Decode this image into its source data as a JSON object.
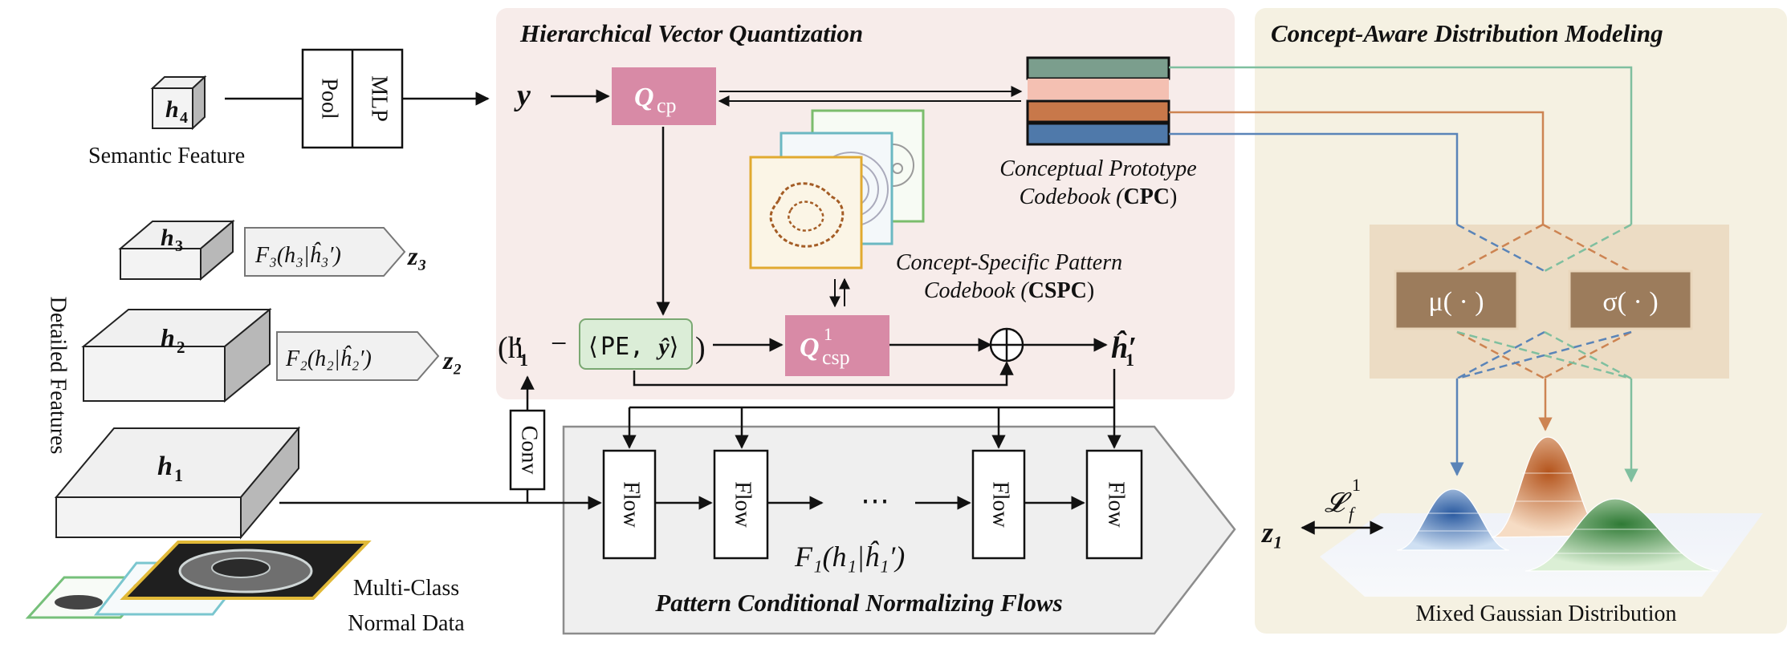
{
  "sections": {
    "hvq_title": "Hierarchical Vector Quantization",
    "cadm_title": "Concept-Aware Distribution Modeling",
    "pcnf_title": "Pattern Conditional Normalizing Flows"
  },
  "features": {
    "h4": "h",
    "h4_sub": "4",
    "semantic_label": "Semantic Feature",
    "h3": "h",
    "h3_sub": "3",
    "h2": "h",
    "h2_sub": "2",
    "h1": "h",
    "h1_sub": "1",
    "detailed_label": "Detailed Features",
    "normal_data_line1": "Multi-Class",
    "normal_data_line2": "Normal Data"
  },
  "modules": {
    "pool": "Pool",
    "mlp": "MLP",
    "conv": "Conv",
    "flow": "Flow",
    "ellipsis": "⋯"
  },
  "labels": {
    "y": "y",
    "q_cp": "Q",
    "q_cp_sub": "cp",
    "q_csp": "Q",
    "q_csp_sub": "csp",
    "q_csp_sup": "1",
    "cpc_line1": "Conceptual Prototype",
    "cpc_line2_a": "Codebook (",
    "cpc_line2_b": "CPC",
    "cpc_line2_c": ")",
    "cspc_line1": "Concept-Specific Pattern",
    "cspc_line2_a": "Codebook (",
    "cspc_line2_b": "CSPC",
    "cspc_line2_c": ")",
    "h1_prime": "(h",
    "h1_prime_sub": "1",
    "pe_label": "⟨PE, ",
    "pe_y": "ŷ",
    "pe_close": "⟩",
    "paren_close": ")",
    "h1_hat": "ĥ",
    "h1_hat_sub": "1",
    "f3": "F₃(h₃|ĥ₃′)",
    "z3": "z₃",
    "f2": "F₂(h₂|ĥ₂′)",
    "z2": "z₂",
    "f1": "F₁(h₁|ĥ₁′)",
    "mu": "μ( · )",
    "sigma": "σ( · )",
    "z1": "z₁",
    "loss": "𝓛",
    "loss_sub": "f",
    "loss_sup": "1",
    "mixed_gaussian": "Mixed Gaussian Distribution"
  },
  "colors": {
    "hvq_bg": "#f7ecea",
    "cadm_bg": "#f5f1e2",
    "q_box": "#d88aa6",
    "pe_box": "#dbedd7",
    "mu_sigma_box": "#9c7c5c",
    "mu_sigma_panel": "#ecdcc4",
    "cpc_green": "#7b9e8d",
    "cpc_pink": "#f4c0b2",
    "cpc_orange": "#c8784a",
    "cpc_blue": "#4f79aa",
    "flow_panel": "#efefef"
  }
}
